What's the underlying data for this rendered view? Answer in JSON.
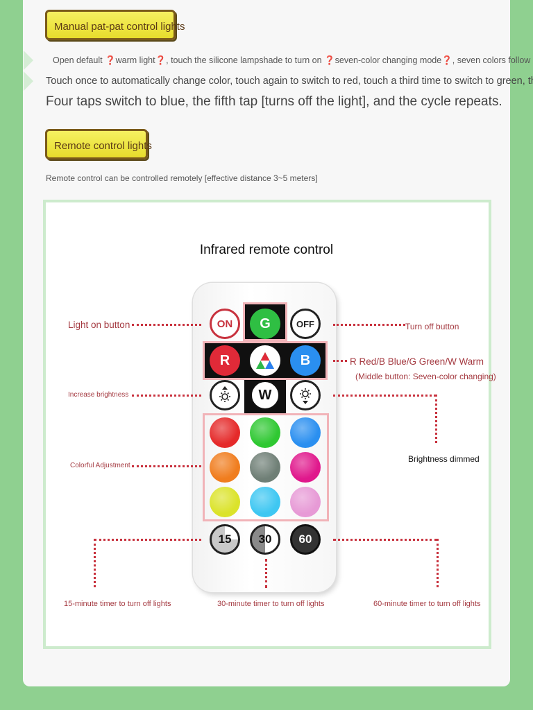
{
  "section1": {
    "badge": "Manual pat-pat control lights",
    "line1": "Open default ❓warm light❓, touch the silicone lampshade to turn on ❓seven-color changing mode❓, seven colors follow",
    "line2": "Touch once to automatically change color, touch again to switch to red, touch a third time to switch to green, the",
    "line3": "Four taps switch to blue, the fifth tap [turns off the light], and the cycle repeats."
  },
  "section2": {
    "badge": "Remote control lights",
    "line1": "Remote control can be controlled remotely [effective distance 3~5 meters]"
  },
  "panel": {
    "title": "Infrared remote control",
    "labels": {
      "on": "Light on button",
      "off": "Turn off button",
      "rgbw": "R Red/B Blue/G Green/W Warm",
      "middle": "(Middle button: Seven-color changing)",
      "increase": "Increase brightness",
      "dimmed": "Brightness dimmed",
      "colorful": "Colorful Adjustment",
      "t15": "15-minute timer to turn off lights",
      "t30": "30-minute timer to turn off lights",
      "t60": "60-minute timer to turn off lights"
    },
    "buttons": {
      "on": "ON",
      "off": "OFF",
      "g": "G",
      "r": "R",
      "b": "B",
      "w": "W",
      "t15": "15",
      "t30": "30",
      "t60": "60"
    },
    "colors": [
      "#e52a2a",
      "#2fc832",
      "#2a8ff0",
      "#f07d1e",
      "#6f7f76",
      "#e0188c",
      "#dbe32a",
      "#3ec7f2",
      "#e79ad6"
    ]
  }
}
